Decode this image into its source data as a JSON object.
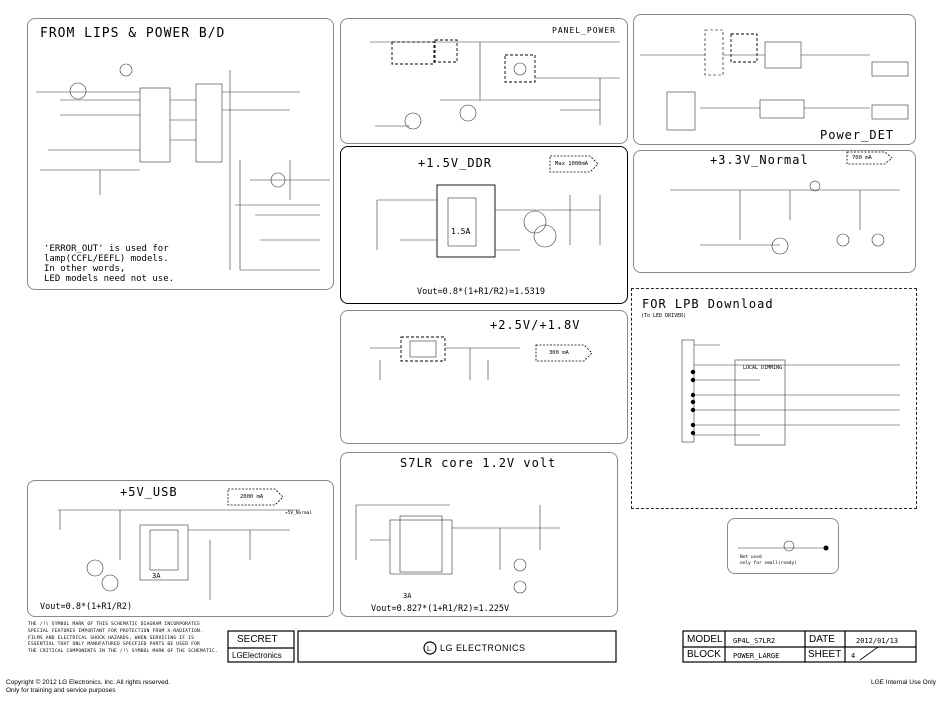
{
  "sections": {
    "lips_power": {
      "title": "FROM LIPS & POWER B/D",
      "note": [
        "'ERROR_OUT' is used for",
        "lamp(CCFL/EEFL) models.",
        "In other words,",
        "LED models need not use."
      ]
    },
    "panel_power": {
      "title": "PANEL_POWER"
    },
    "power_det": {
      "title": "Power_DET"
    },
    "ddr": {
      "title": "+1.5V_DDR",
      "max_current": "Max 1000mA",
      "ic_current": "1.5A",
      "formula": "Vout=0.8*(1+R1/R2)=1.5319"
    },
    "normal33": {
      "title": "+3.3V_Normal",
      "max_current": "700 mA"
    },
    "v25_18": {
      "title": "+2.5V/+1.8V",
      "max_current": "300 mA"
    },
    "lpb": {
      "title": "FOR LPB Download",
      "subtitle": "(To LED DRIVER)",
      "local_dimming": "LOCAL DIMMING"
    },
    "core": {
      "title": "S7LR core 1.2V volt",
      "ic_current": "3A",
      "formula": "Vout=0.827*(1+R1/R2)=1.225V"
    },
    "usb": {
      "title": "+5V_USB",
      "max_current": "2000 mA",
      "ic_current": "3A",
      "formula": "Vout=0.8*(1+R1/R2)",
      "rail_label": "+5V_Normal"
    },
    "notused": {
      "text": [
        "Not used",
        "only for small(ready)"
      ]
    }
  },
  "notice": [
    "THE /!\\ SYMBOL MARK OF THIS SCHEMATIC DIAGRAM INCORPORATES",
    "SPECIAL FEATURES IMPORTANT FOR PROTECTION FROM X-RADIATION.",
    "FILMS AND ELECTRICAL SHOCK HAZARDS, WHEN SERVICING IF IS",
    "ESSENTIAL THAT ONLY MANUFATURED SPECFIED PARTS BE USED FOR",
    "THE CRITICAL COMPONENTS IN THE /!\\ SYMBOL MARK OF THE SCHEMATIC."
  ],
  "title_block": {
    "secret": "SECRET",
    "company_small": "LGElectronics",
    "logo_text": "LG ELECTRONICS",
    "model_label": "MODEL",
    "model_value": "GP4L_S7LR2",
    "date_label": "DATE",
    "date_value": "2012/01/13",
    "block_label": "BLOCK",
    "block_value": "POWER_LARGE",
    "sheet_label": "SHEET",
    "sheet_value": "4"
  },
  "footer": {
    "copyright": "Copyright © 2012 LG Electronics. Inc. All rights reserved.",
    "training": "Only for training and service purposes",
    "internal": "LGE Internal Use Only"
  }
}
